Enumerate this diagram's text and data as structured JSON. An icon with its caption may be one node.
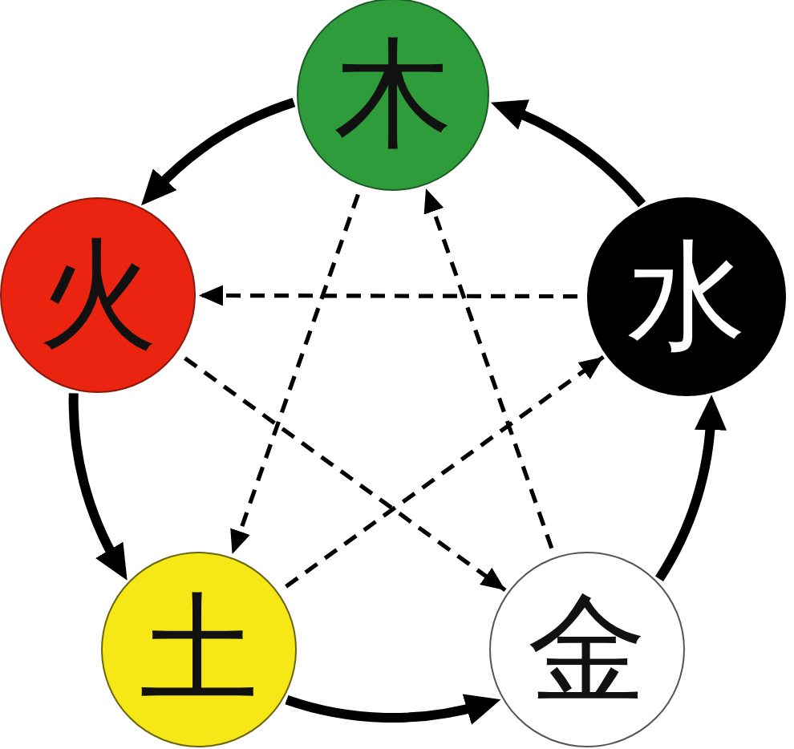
{
  "diagram": {
    "nodes": [
      {
        "text": [
          "木"
        ]
      },
      {
        "text": [
          "火"
        ]
      },
      {
        "text": [
          "水"
        ]
      },
      {
        "text": [
          "土"
        ]
      },
      {
        "text": [
          "金"
        ]
      }
    ],
    "edges": [
      {
        "from": 0,
        "to": 1,
        "arrow": "to",
        "style": "thick"
      },
      {
        "from": 1,
        "to": 3,
        "arrow": "to",
        "style": "thick"
      },
      {
        "from": 3,
        "to": 4,
        "arrow": "to",
        "style": "thick"
      },
      {
        "from": 4,
        "to": 2,
        "arrow": "to",
        "style": "thick"
      },
      {
        "from": 2,
        "to": 0,
        "arrow": "to",
        "style": "thick"
      },
      {
        "from": 0,
        "to": 3,
        "arrow": "to",
        "style": "dashed"
      },
      {
        "from": 3,
        "to": 2,
        "arrow": "to",
        "style": "dashed"
      },
      {
        "from": 2,
        "to": 1,
        "arrow": "to",
        "style": "dashed"
      },
      {
        "from": 1,
        "to": 4,
        "arrow": "to",
        "style": "dashed"
      },
      {
        "from": 4,
        "to": 0,
        "arrow": "to",
        "style": "dashed"
      }
    ]
  }
}
